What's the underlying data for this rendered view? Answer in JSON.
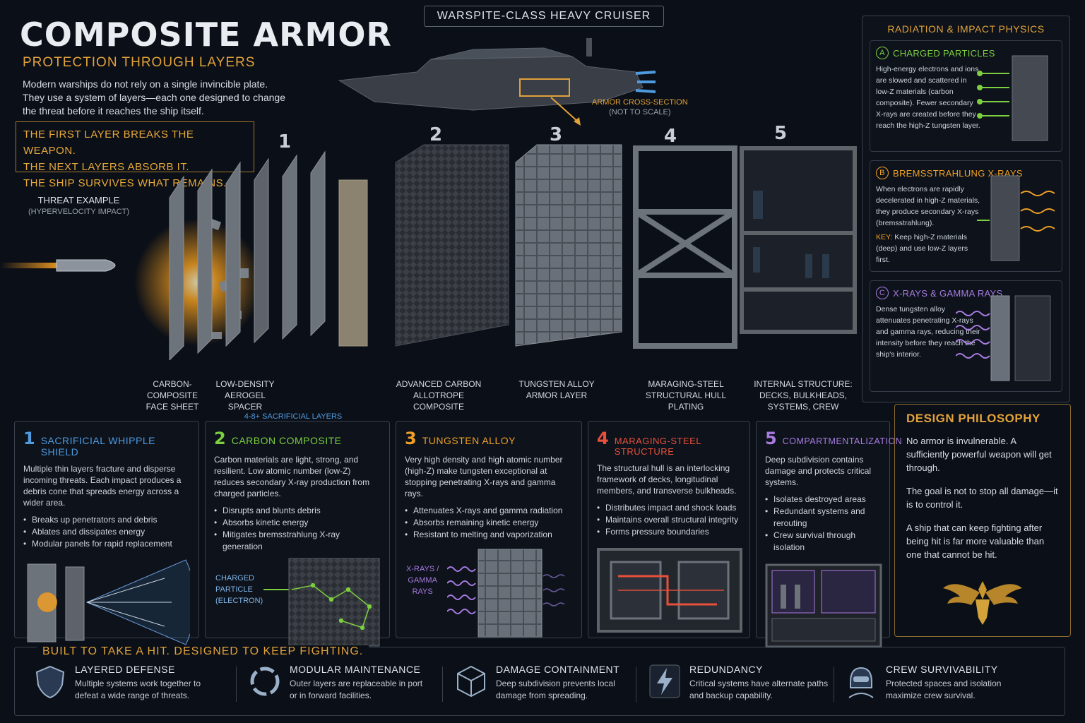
{
  "header": {
    "title": "COMPOSITE ARMOR",
    "subtitle": "PROTECTION THROUGH LAYERS",
    "intro": "Modern warships do not rely on a single invincible plate. They use a system of layers—each one designed to change the threat before it reaches the ship itself.",
    "callout": [
      "THE FIRST LAYER BREAKS THE WEAPON.",
      "THE NEXT LAYERS ABSORB IT.",
      "THE SHIP SURVIVES WHAT REMAINS."
    ]
  },
  "ship": {
    "class_label": "WARSPITE-CLASS HEAVY CRUISER",
    "cross_section_label": "ARMOR CROSS-SECTION",
    "cross_section_note": "(NOT TO SCALE)"
  },
  "threat": {
    "label": "THREAT EXAMPLE",
    "sublabel": "(HYPERVELOCITY IMPACT)"
  },
  "layers": {
    "numbers": [
      "1",
      "2",
      "3",
      "4",
      "5"
    ],
    "labels": {
      "face_sheet": [
        "CARBON-COMPOSITE",
        "FACE SHEET"
      ],
      "aerogel": [
        "LOW-DENSITY",
        "AEROGEL",
        "SPACER"
      ],
      "sacrificial": "4-8+ SACRIFICIAL LAYERS",
      "carbon": [
        "ADVANCED CARBON",
        "ALLOTROPE COMPOSITE"
      ],
      "tungsten": [
        "TUNGSTEN ALLOY",
        "ARMOR LAYER"
      ],
      "steel": [
        "MARAGING-STEEL",
        "STRUCTURAL HULL",
        "PLATING"
      ],
      "internal": [
        "INTERNAL STRUCTURE:",
        "DECKS, BULKHEADS,",
        "SYSTEMS, CREW"
      ]
    }
  },
  "panels": [
    {
      "num": "1",
      "title": "SACRIFICIAL WHIPPLE SHIELD",
      "color": "#4f9be0",
      "body": "Multiple thin layers fracture and disperse incoming threats. Each impact produces a debris cone that spreads energy across a wider area.",
      "bullets": [
        "Breaks up penetrators and debris",
        "Ablates and dissipates energy",
        "Modular panels for rapid replacement"
      ]
    },
    {
      "num": "2",
      "title": "CARBON COMPOSITE",
      "color": "#7ccf3f",
      "body": "Carbon materials are light, strong, and resilient. Low atomic number (low-Z) reduces secondary X-ray production from charged particles.",
      "bullets": [
        "Disrupts and blunts debris",
        "Absorbs kinetic energy",
        "Mitigates bremsstrahlung X-ray generation"
      ],
      "diagram_label": [
        "CHARGED",
        "PARTICLE",
        "(ELECTRON)"
      ]
    },
    {
      "num": "3",
      "title": "TUNGSTEN ALLOY",
      "color": "#f0a026",
      "body": "Very high density and high atomic number (high-Z) make tungsten exceptional at stopping penetrating X-rays and gamma rays.",
      "bullets": [
        "Attenuates X-rays and gamma radiation",
        "Absorbs remaining kinetic energy",
        "Resistant to melting and vaporization"
      ],
      "diagram_label": [
        "X-RAYS /",
        "GAMMA",
        "RAYS"
      ]
    },
    {
      "num": "4",
      "title": "MARAGING-STEEL STRUCTURE",
      "color": "#e8503a",
      "body": "The structural hull is an interlocking framework of decks, longitudinal members, and transverse bulkheads.",
      "bullets": [
        "Distributes impact and shock loads",
        "Maintains overall structural integrity",
        "Forms pressure boundaries"
      ]
    },
    {
      "num": "5",
      "title": "COMPARTMENTALIZATION",
      "color": "#a77be0",
      "body": "Deep subdivision contains damage and protects critical systems.",
      "bullets": [
        "Isolates destroyed areas",
        "Redundant systems and rerouting",
        "Crew survival through isolation"
      ]
    }
  ],
  "physics": {
    "title": "RADIATION & IMPACT PHYSICS",
    "sections": [
      {
        "badge": "A",
        "title": "CHARGED PARTICLES",
        "color": "#7ccf3f",
        "body": "High-energy electrons and ions are slowed and scattered in low-Z materials (carbon composite). Fewer secondary X-rays are created before they reach the high-Z tungsten layer."
      },
      {
        "badge": "B",
        "title": "BREMSSTRAHLUNG X-RAYS",
        "color": "#f0a026",
        "body": "When electrons are rapidly decelerated in high-Z materials, they produce secondary X-rays (bremsstrahlung).",
        "key_label": "KEY:",
        "key_text": "Keep high-Z materials (deep) and use low-Z layers first."
      },
      {
        "badge": "C",
        "title": "X-RAYS & GAMMA RAYS",
        "color": "#a77be0",
        "body": "Dense tungsten alloy attenuates penetrating X-rays and gamma rays, reducing their intensity before they reach the ship's interior."
      }
    ]
  },
  "philosophy": {
    "title": "DESIGN PHILOSOPHY",
    "paragraphs": [
      "No armor is invulnerable. A sufficiently powerful weapon will get through.",
      "The goal is not to stop all damage—it is to control it.",
      "A ship that can keep fighting after being hit is far more valuable than one that cannot be hit."
    ]
  },
  "footer": {
    "title": "BUILT TO TAKE A HIT.   DESIGNED TO KEEP FIGHTING.",
    "features": [
      {
        "icon": "shield-icon",
        "title": "LAYERED DEFENSE",
        "desc": "Multiple systems work together to defeat a wide range of threats."
      },
      {
        "icon": "cycle-icon",
        "title": "MODULAR MAINTENANCE",
        "desc": "Outer layers are replaceable in port or in forward facilities."
      },
      {
        "icon": "cube-icon",
        "title": "DAMAGE CONTAINMENT",
        "desc": "Deep subdivision prevents local damage from spreading."
      },
      {
        "icon": "bolt-icon",
        "title": "REDUNDANCY",
        "desc": "Critical systems have alternate paths and backup capability."
      },
      {
        "icon": "helmet-icon",
        "title": "CREW SURVIVABILITY",
        "desc": "Protected spaces and isolation maximize crew survival."
      }
    ]
  },
  "colors": {
    "accent": "#e2a23a",
    "green": "#7ccf3f",
    "orange": "#f0a026",
    "red": "#e8503a",
    "purple": "#a77be0",
    "blue": "#4f9be0"
  }
}
